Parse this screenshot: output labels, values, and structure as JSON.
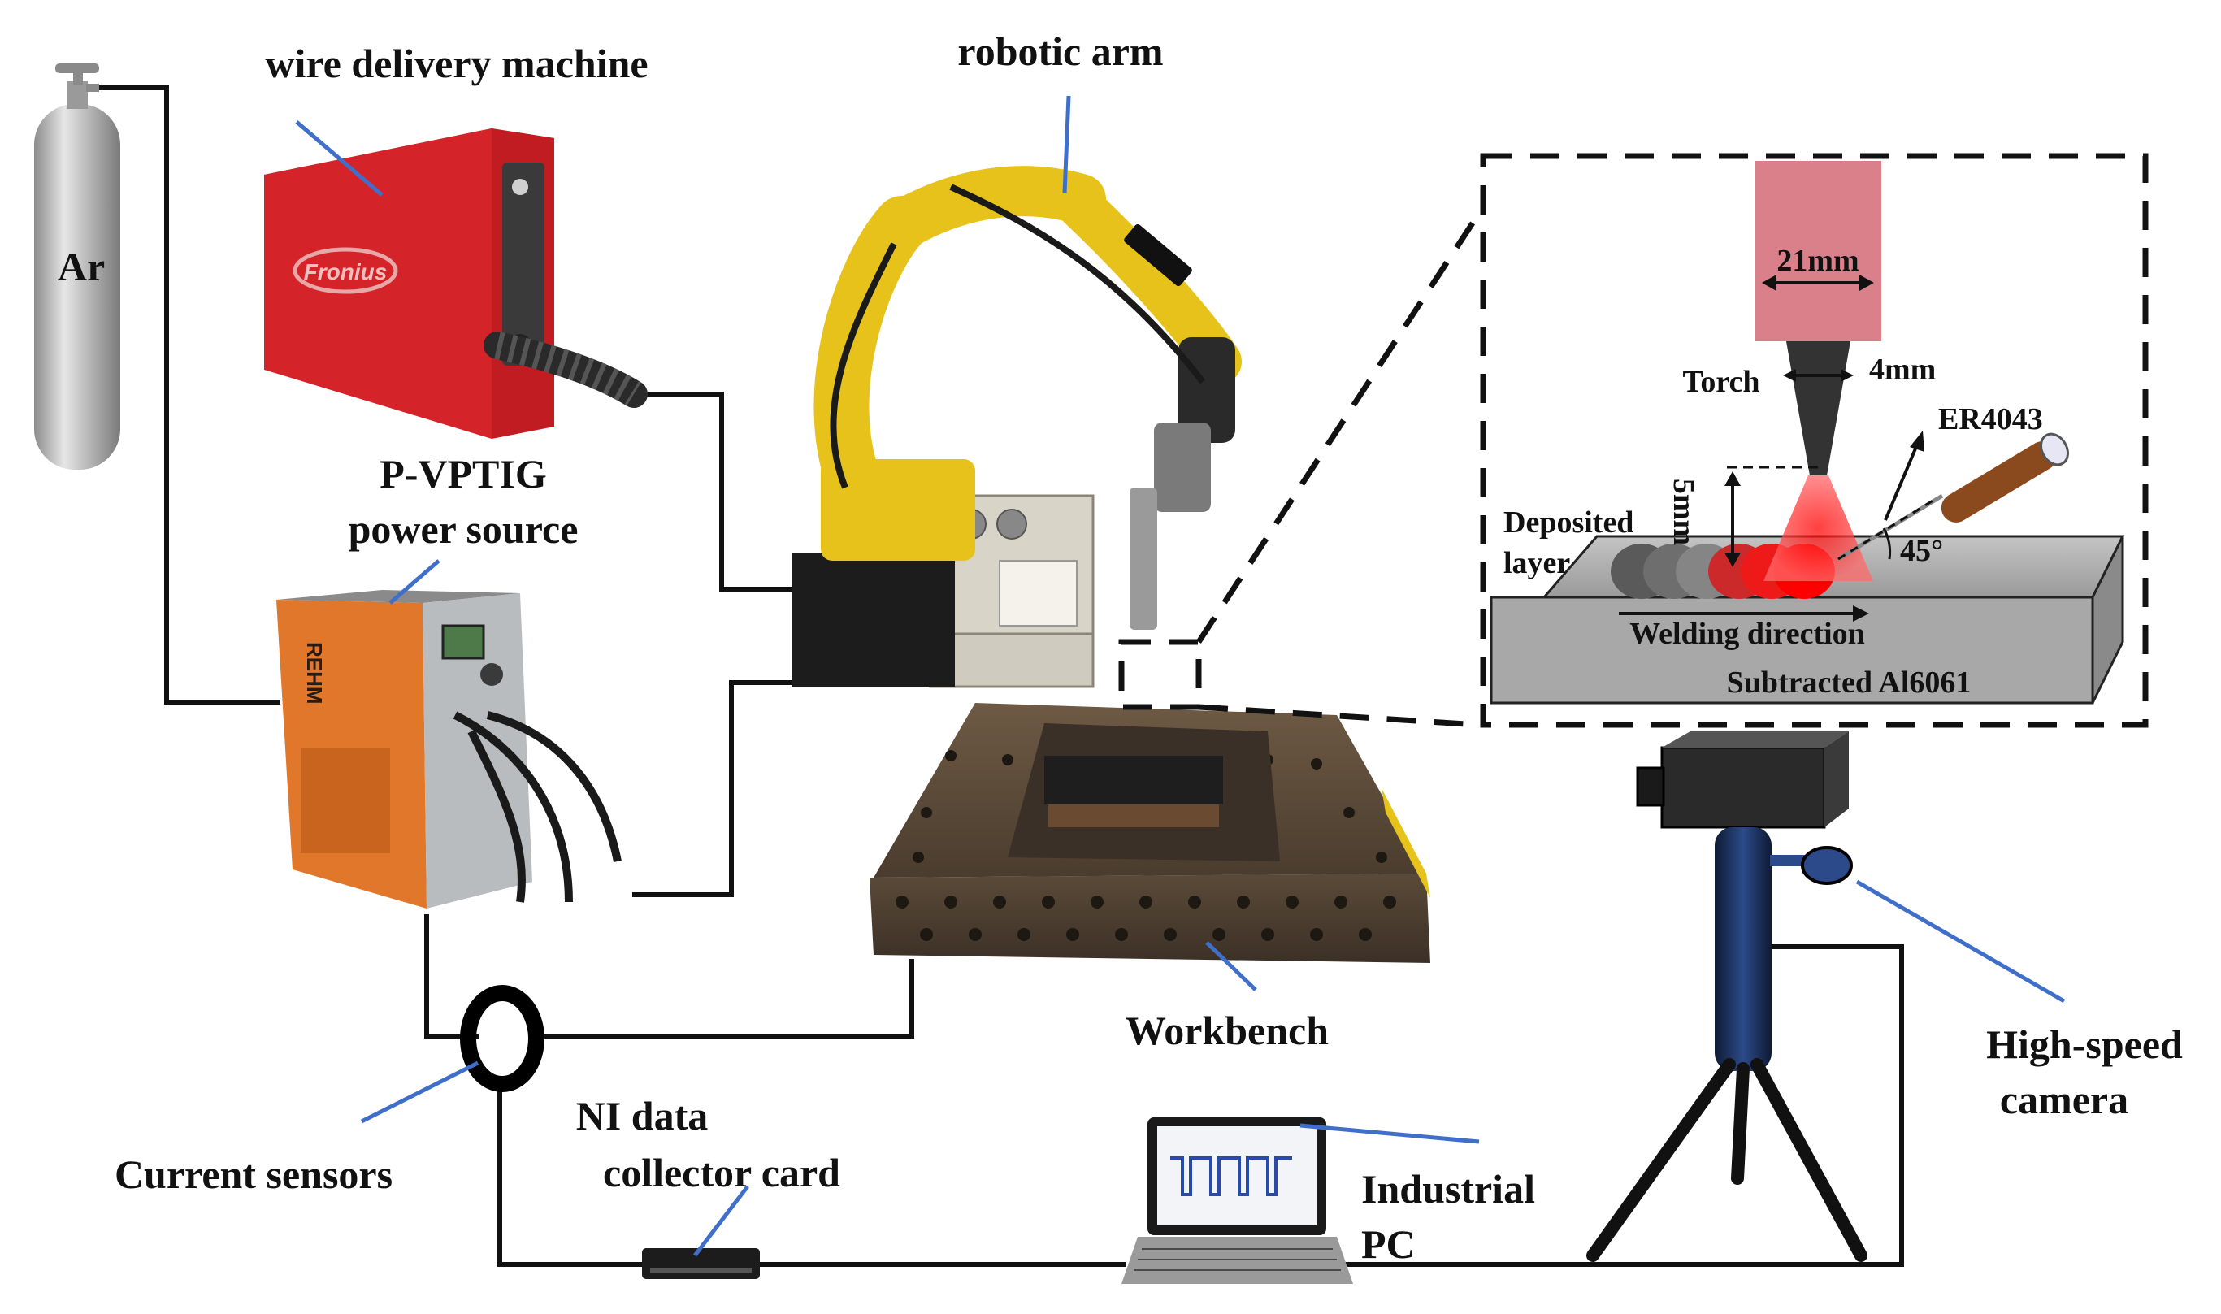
{
  "labels": {
    "argon": "Ar",
    "wire_delivery": "wire delivery machine",
    "robotic_arm": "robotic arm",
    "power_source_line1": "P-VPTIG",
    "power_source_line2": "power source",
    "workbench": "Workbench",
    "current_sensors": "Current sensors",
    "ni_card_line1": "NI data",
    "ni_card_line2": "collector card",
    "industrial_pc_line1": "Industrial",
    "industrial_pc_line2": "PC",
    "camera_line1": "High-speed",
    "camera_line2": "camera"
  },
  "machine_text": {
    "fronius": "Fronius",
    "rehm": "REHM"
  },
  "inset": {
    "nozzle_width": "21mm",
    "torch": "Torch",
    "tip_width": "4mm",
    "wire": "ER4043",
    "standoff": "5mm",
    "deposited_line1": "Deposited",
    "deposited_line2": "layer",
    "angle": "45°",
    "welding_direction": "Welding direction",
    "substrate": "Subtracted Al6061"
  },
  "colors": {
    "leader_line": "#3f6fc9",
    "cable": "#111111",
    "robot_yellow": "#e6c21a",
    "wire_feeder_red": "#d4242a",
    "power_source_orange": "#e0772a",
    "nozzle_pink": "#d9808a",
    "plasma_red": "#ff2a2a",
    "substrate_gray": "#a8a8a8"
  }
}
